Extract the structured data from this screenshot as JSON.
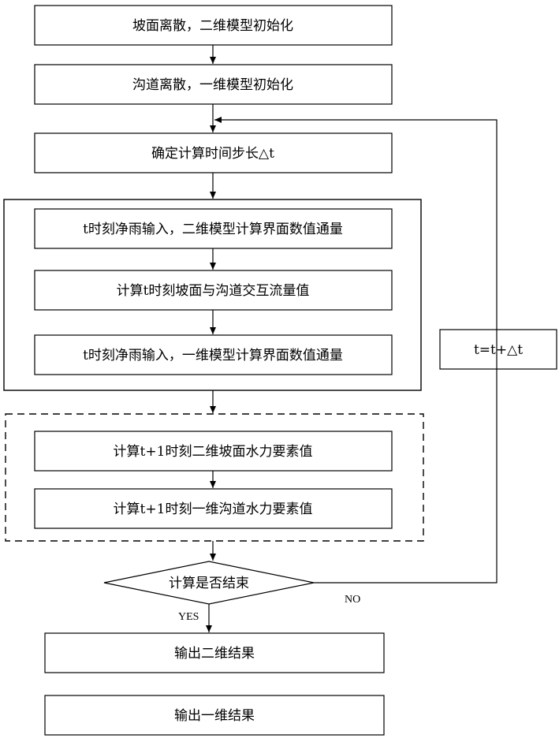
{
  "nodes": {
    "discretize_slope": "坡面离散，二维模型初始化",
    "discretize_channel": "沟道离散，一维模型初始化",
    "set_time_step": "确定计算时间步长△t",
    "flux_2d": "t时刻净雨输入，二维模型计算界面数值通量",
    "exchange_flow": "计算t时刻坡面与沟道交互流量值",
    "flux_1d": "t时刻净雨输入，一维模型计算界面数值通量",
    "hydraulics_2d": "计算t+1时刻二维坡面水力要素值",
    "hydraulics_1d": "计算t+1时刻一维沟道水力要素值",
    "decision_end": "计算是否结束",
    "time_update": "t=t+△t",
    "output_2d": "输出二维结果",
    "output_1d": "输出一维结果"
  },
  "edge_labels": {
    "yes": "YES",
    "no": "NO"
  }
}
